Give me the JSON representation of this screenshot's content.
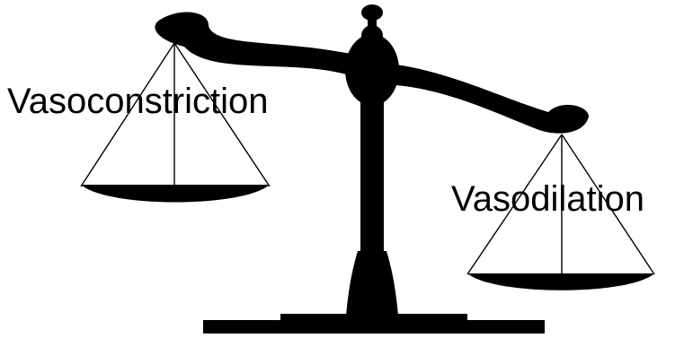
{
  "diagram": {
    "left_pan_label": "Vasoconstriction",
    "right_pan_label": "Vasodilation",
    "ink_color": "#000000",
    "background_color": "#ffffff",
    "tilt": "left side raised, right side lowered"
  }
}
